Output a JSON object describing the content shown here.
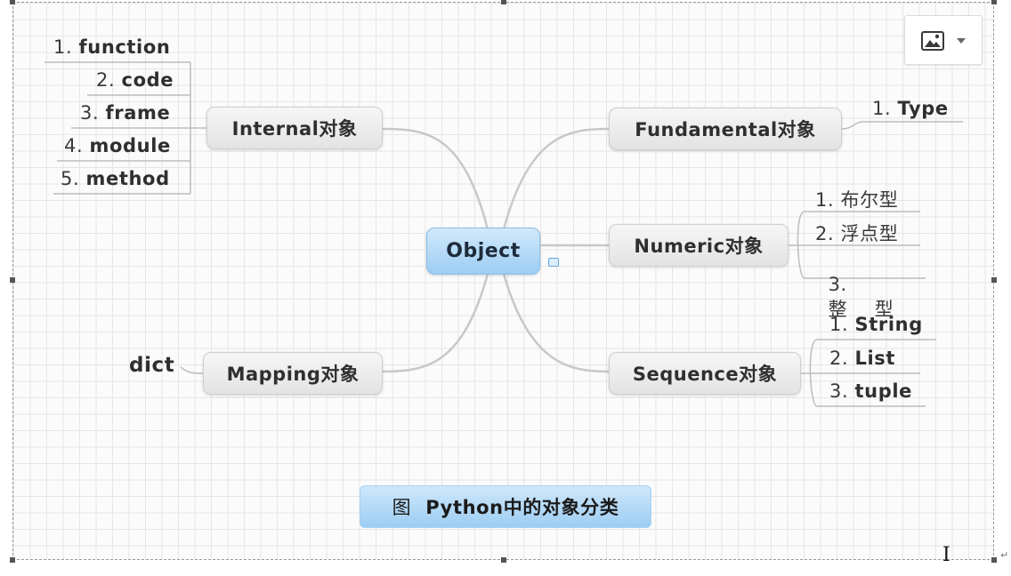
{
  "diagram": {
    "root": "Object",
    "branches": {
      "internal": {
        "label": "Internal对象",
        "items": [
          {
            "num": "1.",
            "text": "function"
          },
          {
            "num": "2.",
            "text": "code"
          },
          {
            "num": "3.",
            "text": "frame"
          },
          {
            "num": "4.",
            "text": "module"
          },
          {
            "num": "5.",
            "text": "method"
          }
        ]
      },
      "mapping": {
        "label": "Mapping对象",
        "items": [
          {
            "num": "",
            "text": "dict"
          }
        ]
      },
      "fundamental": {
        "label": "Fundamental对象",
        "items": [
          {
            "num": "1.",
            "text": "Type"
          }
        ]
      },
      "numeric": {
        "label": "Numeric对象",
        "items": [
          {
            "num": "1.",
            "text": "布尔型"
          },
          {
            "num": "2.",
            "text": "浮点型"
          },
          {
            "num": "3.",
            "text": "整  型"
          }
        ]
      },
      "sequence": {
        "label": "Sequence对象",
        "items": [
          {
            "num": "1.",
            "text": "String"
          },
          {
            "num": "2.",
            "text": "List"
          },
          {
            "num": "3.",
            "text": "tuple"
          }
        ]
      }
    },
    "caption": {
      "prefix": "图",
      "text": "Python中的对象分类"
    }
  },
  "icons": {
    "image_widget": "image-icon",
    "dropdown": "chevron-down-icon",
    "collapse": "collapse-toggle-icon",
    "cursor": "text-cursor-icon",
    "return": "paragraph-return-icon"
  },
  "colors": {
    "root_fill": "#9ccdf3",
    "topic_fill": "#e3e3e3",
    "connector": "#c8c8c8",
    "caption_fill": "#cfe7fa"
  }
}
